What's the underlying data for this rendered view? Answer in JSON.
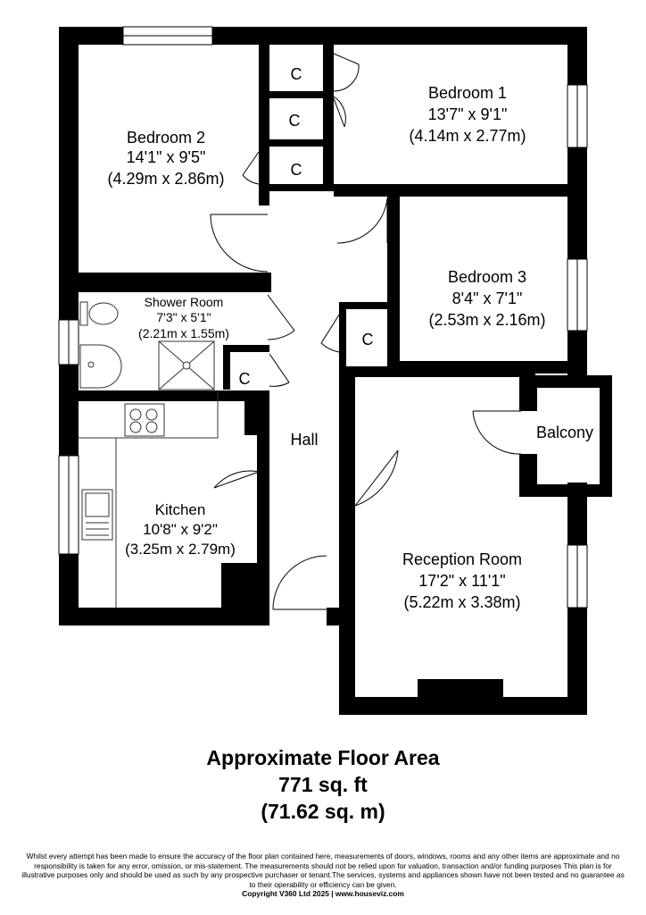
{
  "rooms": {
    "bedroom2": {
      "name": "Bedroom 2",
      "imperial": "14'1\" x 9'5\"",
      "metric": "(4.29m x 2.86m)"
    },
    "bedroom1": {
      "name": "Bedroom 1",
      "imperial": "13'7\" x 9'1\"",
      "metric": "(4.14m x 2.77m)"
    },
    "bedroom3": {
      "name": "Bedroom 3",
      "imperial": "8'4\" x 7'1\"",
      "metric": "(2.53m x 2.16m)"
    },
    "shower": {
      "name": "Shower Room",
      "imperial": "7'3\" x 5'1\"",
      "metric": "(2.21m x 1.55m)"
    },
    "kitchen": {
      "name": "Kitchen",
      "imperial": "10'8\" x 9'2\"",
      "metric": "(3.25m x 2.79m)"
    },
    "reception": {
      "name": "Reception Room",
      "imperial": "17'2\" x 11'1\"",
      "metric": "(5.22m x 3.38m)"
    },
    "hall": {
      "name": "Hall"
    },
    "balcony": {
      "name": "Balcony"
    },
    "cupboard": {
      "name": "C"
    }
  },
  "floor_area": {
    "title": "Approximate Floor Area",
    "sqft": "771 sq. ft",
    "sqm": "(71.62 sq. m)"
  },
  "disclaimer": {
    "text": "Whilst every attempt has been made to ensure the accuracy of the floor plan contained here, measurements of doors, windows, rooms and any other items are approximate and no responsibility is taken for any error, omission, or mis-statement.  The measurements should not be relied upon for valuation, transaction and/or funding purposes This plan is for illustrative purposes only and should be used as such by any prospective purchaser or tenant.The services, systems and appliances shown have not been tested and no guarantee as to their operability or efficiency can be given.",
    "copyright": "Copyright V360 Ltd 2025 | www.houseviz.com"
  },
  "colors": {
    "wall": "#000000",
    "background": "#ffffff",
    "fixture_line": "#333333"
  }
}
